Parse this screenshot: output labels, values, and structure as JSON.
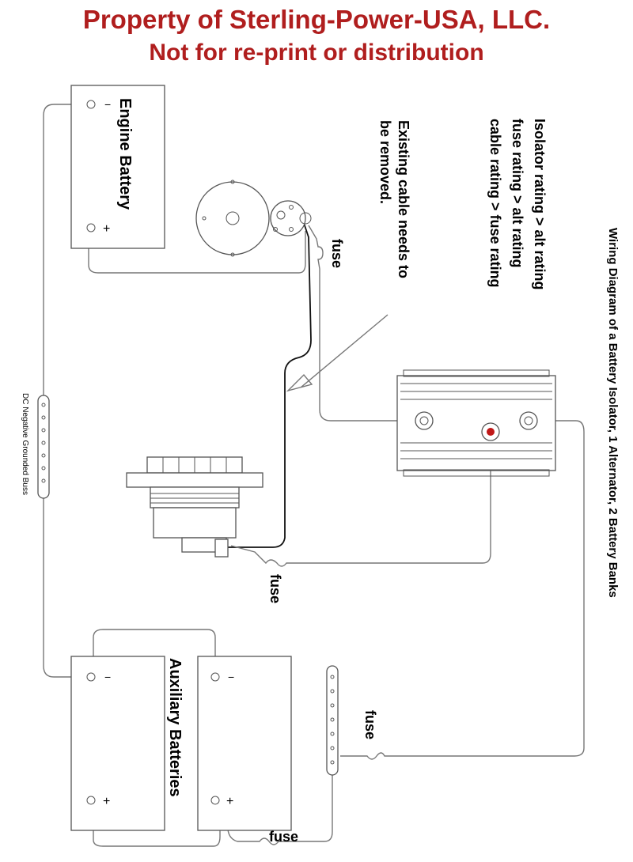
{
  "header": {
    "line1": "Property of Sterling-Power-USA, LLC.",
    "line2": "Not for re-print or distribution"
  },
  "diagram_title": "Wiring Diagram of a Battery Isolator, 1 Alternator, 2 Battery Banks",
  "engine_battery": {
    "label": "Engine Battery",
    "neg": "−",
    "pos": "+"
  },
  "aux_batteries": {
    "label": "Auxiliary Batteries",
    "neg": "−",
    "pos": "+"
  },
  "ratings_note": [
    "Isolator rating > alt rating",
    "fuse rating > alt rating",
    "cable rating > fuse rating"
  ],
  "cable_note": [
    "Existing cable needs to",
    "be removed."
  ],
  "fuse_labels": [
    "fuse",
    "fuse",
    "fuse",
    "fuse"
  ],
  "bus_label": "DC Negative Grounded Buss",
  "colors": {
    "header": "#b01e1e",
    "isolator_center_terminal": "#c01818"
  }
}
